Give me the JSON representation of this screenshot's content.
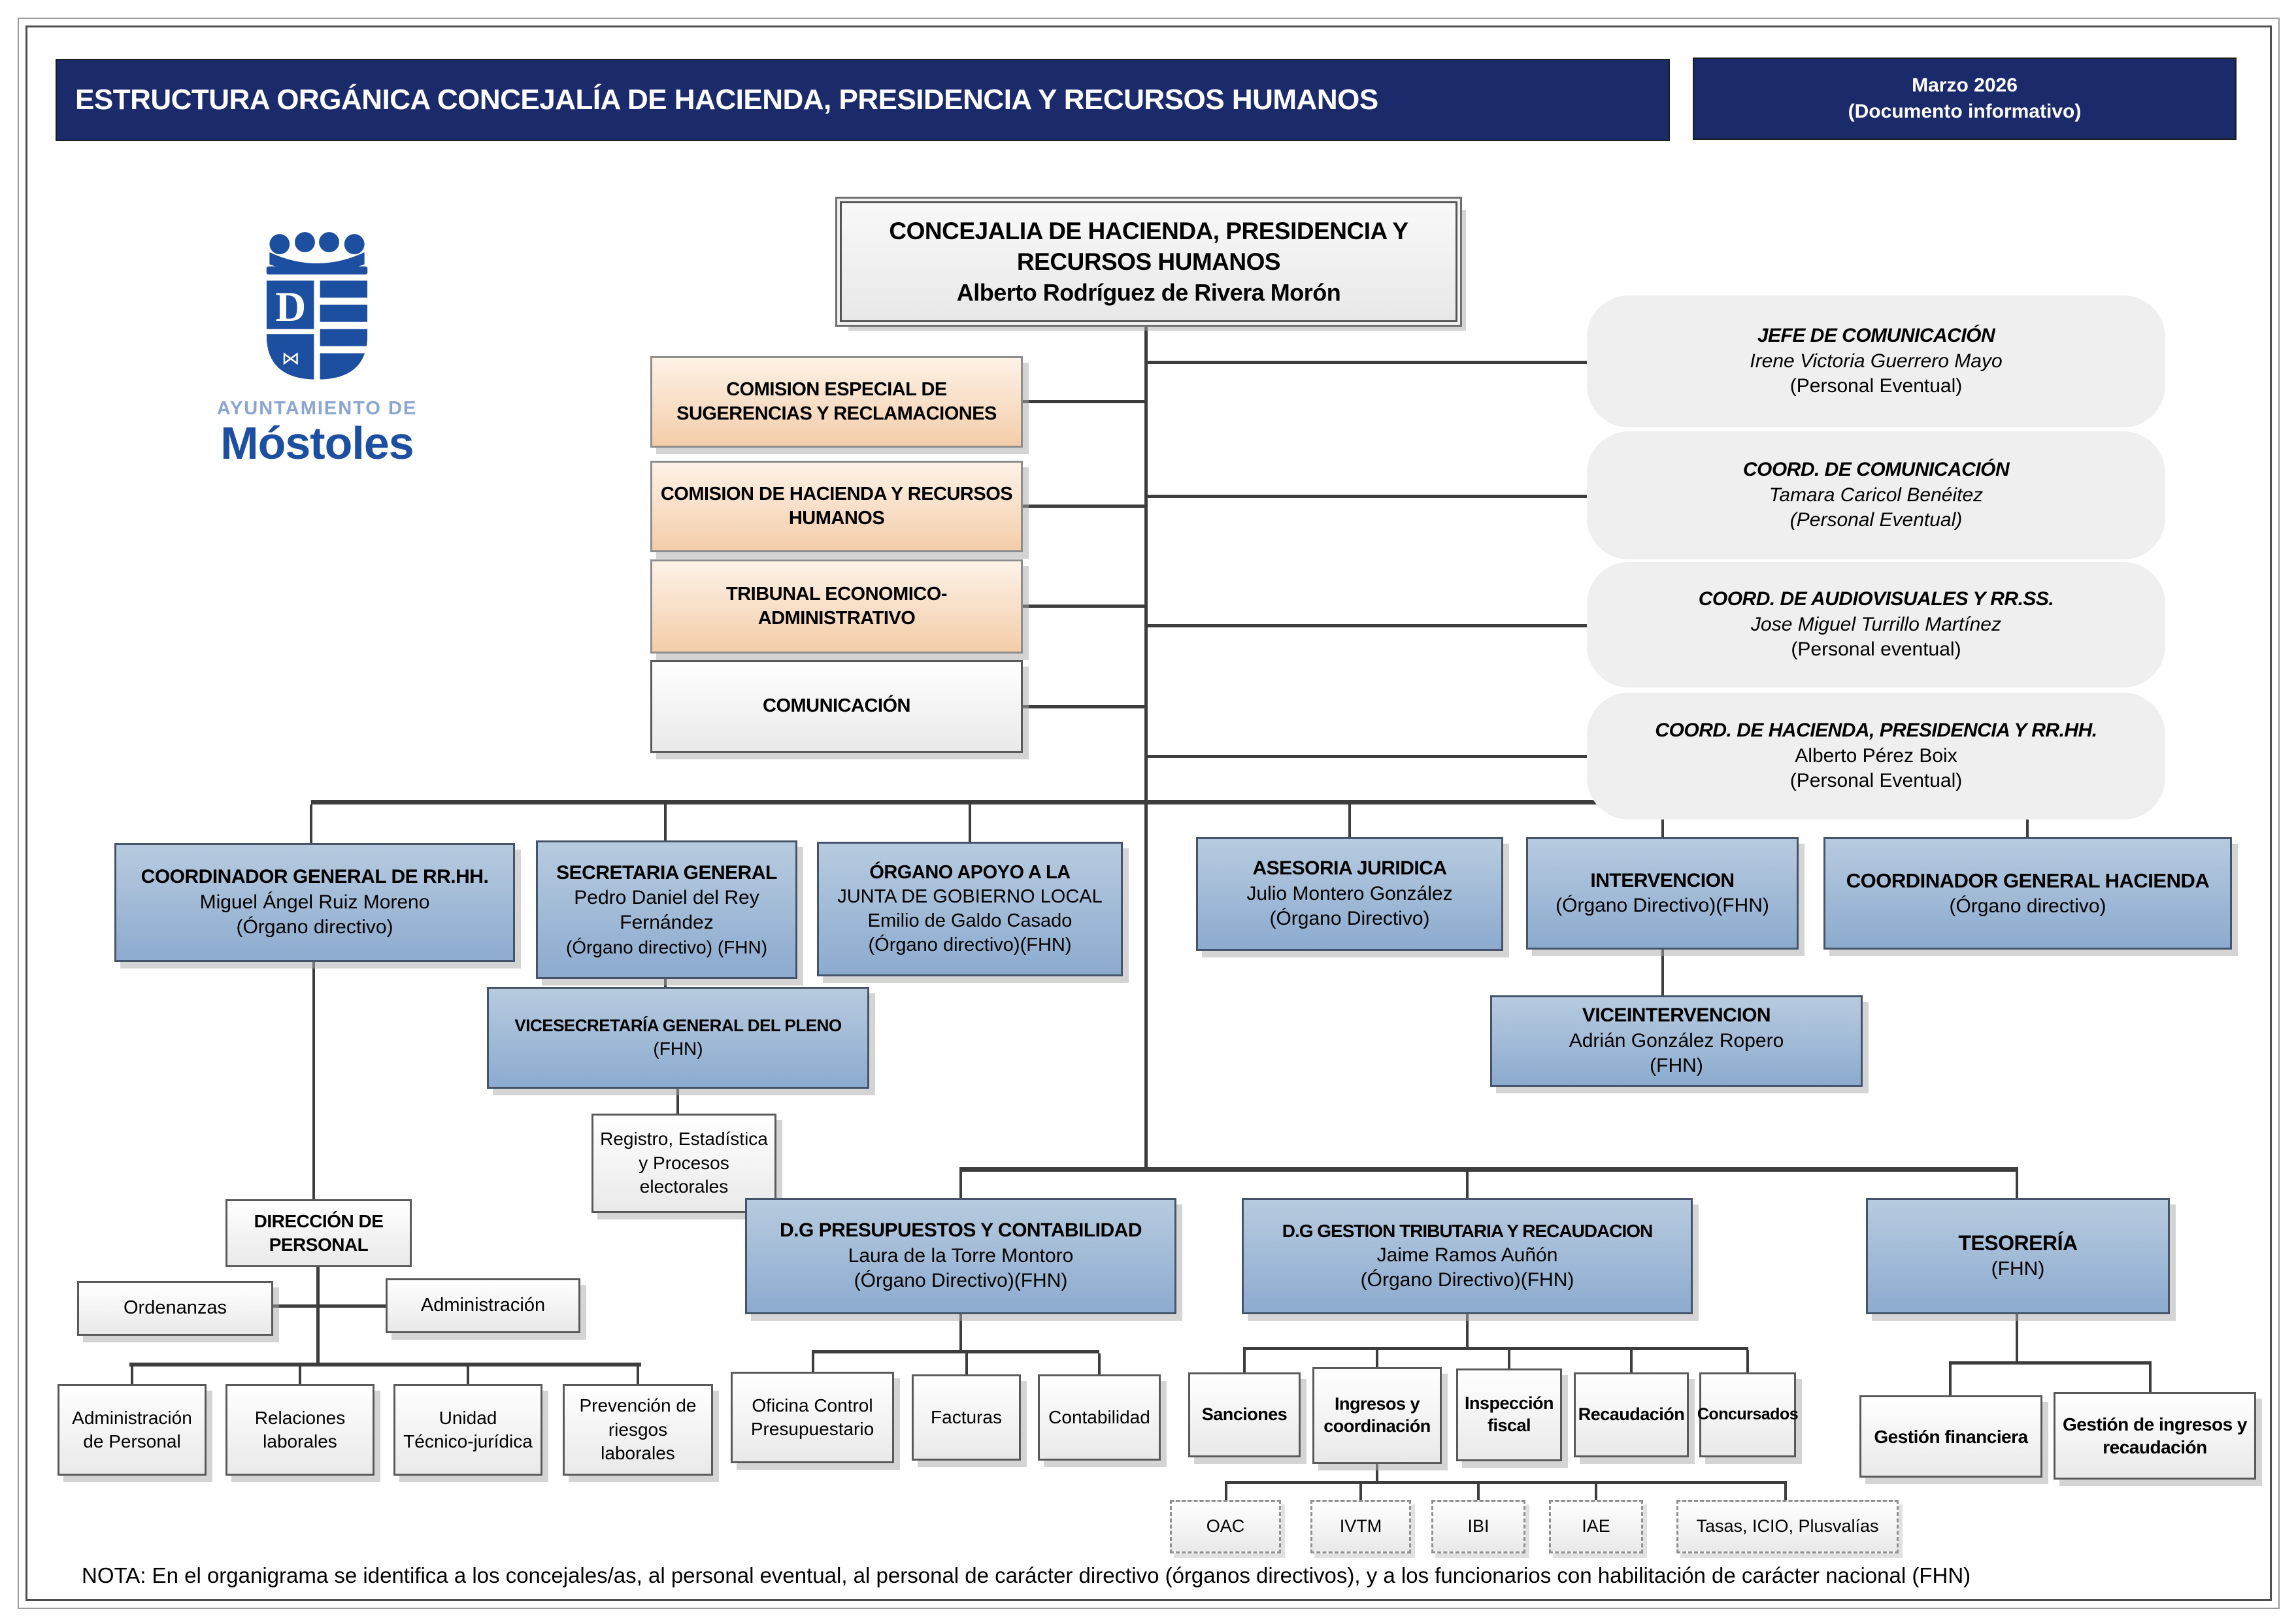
{
  "header": {
    "title": "ESTRUCTURA ORGÁNICA CONCEJALÍA DE HACIENDA, PRESIDENCIA Y RECURSOS HUMANOS",
    "date_line1": "Marzo 2026",
    "date_line2": "(Documento informativo)"
  },
  "logo": {
    "org": "AYUNTAMIENTO DE",
    "city": "Móstoles"
  },
  "root": {
    "title": "CONCEJALIA DE  HACIENDA, PRESIDENCIA Y RECURSOS HUMANOS",
    "name": "Alberto Rodríguez de Rivera Morón"
  },
  "commissions": [
    {
      "label": "COMISION ESPECIAL DE SUGERENCIAS Y RECLAMACIONES"
    },
    {
      "label": "COMISION DE HACIENDA Y RECURSOS HUMANOS"
    },
    {
      "label": "TRIBUNAL ECONOMICO-ADMINISTRATIVO"
    },
    {
      "label": "COMUNICACIÓN"
    }
  ],
  "eventual": [
    {
      "title": "JEFE DE COMUNICACIÓN",
      "name": "Irene Victoria Guerrero Mayo",
      "note": "(Personal Eventual)"
    },
    {
      "title": "COORD. DE COMUNICACIÓN",
      "name": "Tamara Caricol Benéitez",
      "note": "(Personal Eventual)"
    },
    {
      "title": "COORD. DE AUDIOVISUALES Y RR.SS.",
      "name": "Jose Miguel Turrillo Martínez",
      "note": "(Personal eventual)"
    },
    {
      "title": "COORD. DE HACIENDA, PRESIDENCIA Y RR.HH.",
      "name": "Alberto Pérez Boix",
      "note": "(Personal Eventual)"
    }
  ],
  "directives": [
    {
      "title": "COORDINADOR GENERAL DE RR.HH.",
      "name": "Miguel Ángel Ruiz Moreno",
      "note": "(Órgano directivo)"
    },
    {
      "title": "SECRETARIA GENERAL",
      "name": "Pedro Daniel del Rey Fernández",
      "note": "(Órgano directivo) (FHN)"
    },
    {
      "title": "ÓRGANO APOYO A LA",
      "subtitle": "JUNTA DE GOBIERNO LOCAL",
      "name": "Emilio de Galdo Casado",
      "note": "(Órgano directivo)(FHN)"
    },
    {
      "title": "ASESORIA JURIDICA",
      "name": "Julio Montero González",
      "note": "(Órgano Directivo)"
    },
    {
      "title": "INTERVENCION",
      "note": "(Órgano Directivo)(FHN)"
    },
    {
      "title": "COORDINADOR GENERAL HACIENDA",
      "note": "(Órgano directivo)"
    }
  ],
  "vicesecretaria": {
    "title": "VICESECRETARÍA GENERAL DEL PLENO",
    "note": "(FHN)"
  },
  "registro": {
    "label": "Registro, Estadística y Procesos electorales"
  },
  "viceintervencion": {
    "title": "VICEINTERVENCION",
    "name": "Adrián González Ropero",
    "note": "(FHN)"
  },
  "personal": {
    "title": "DIRECCIÓN DE PERSONAL",
    "side": [
      {
        "label": "Ordenanzas"
      },
      {
        "label": "Administración"
      }
    ],
    "children": [
      {
        "label": "Administración de Personal"
      },
      {
        "label": "Relaciones laborales"
      },
      {
        "label": "Unidad Técnico-jurídica"
      },
      {
        "label": "Prevención de riesgos laborales"
      }
    ]
  },
  "dg_presupuestos": {
    "title": "D.G PRESUPUESTOS Y CONTABILIDAD",
    "name": "Laura de la Torre Montoro",
    "note": "(Órgano Directivo)(FHN)",
    "children": [
      {
        "label": "Oficina Control Presupuestario"
      },
      {
        "label": "Facturas"
      },
      {
        "label": "Contabilidad"
      }
    ]
  },
  "dg_tributaria": {
    "title": "D.G GESTION TRIBUTARIA Y RECAUDACION",
    "name": "Jaime Ramos Auñón",
    "note": "(Órgano Directivo)(FHN)",
    "children": [
      {
        "label": "Sanciones"
      },
      {
        "label": "Ingresos y coordinación"
      },
      {
        "label": "Inspección fiscal"
      },
      {
        "label": "Recaudación"
      },
      {
        "label": "Concursados"
      }
    ],
    "tax_children": [
      {
        "label": "OAC"
      },
      {
        "label": "IVTM"
      },
      {
        "label": "IBI"
      },
      {
        "label": "IAE"
      },
      {
        "label": "Tasas, ICIO, Plusvalías"
      }
    ]
  },
  "tesoreria": {
    "title": "TESORERÍA",
    "note": "(FHN)",
    "children": [
      {
        "label": "Gestión financiera"
      },
      {
        "label": "Gestión de ingresos y recaudación"
      }
    ]
  },
  "note": "NOTA: En el organigrama se identifica a los concejales/as, al personal eventual, al personal de carácter directivo (órganos directivos), y a los funcionarios con habilitación de carácter nacional (FHN)"
}
